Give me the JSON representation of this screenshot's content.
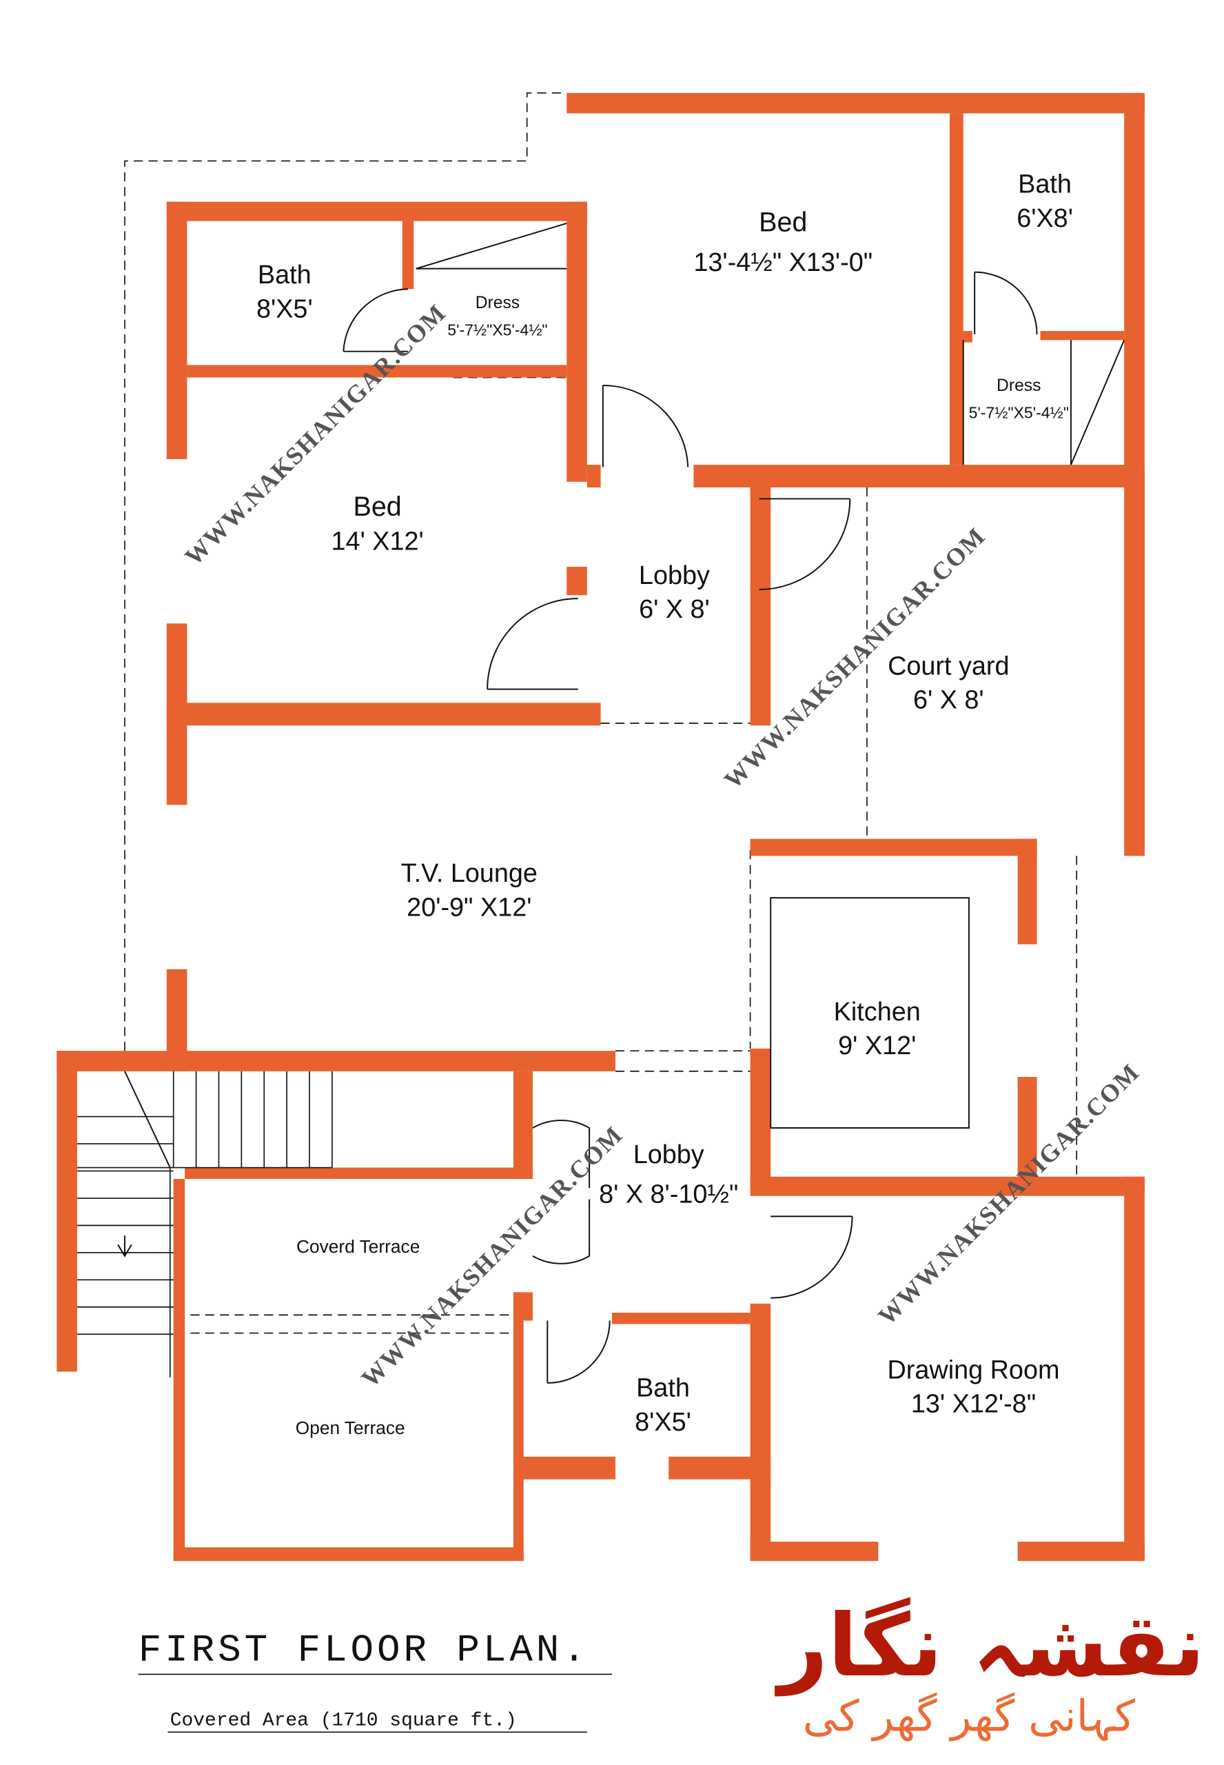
{
  "colors": {
    "wall": "#E8622F",
    "line": "#111111",
    "watermark": "#555555",
    "logo_primary": "#B31A08",
    "logo_secondary": "#EE6A35"
  },
  "rooms": {
    "bath_top_left": {
      "name": "Bath",
      "size": "8'X5'"
    },
    "dress_left": {
      "name": "Dress",
      "size": "5'-7½\"X5'-4½\""
    },
    "bed_master": {
      "name": "Bed",
      "size": "13'-4½\" X13'-0\""
    },
    "bath_top_right": {
      "name": "Bath",
      "size": "6'X8'"
    },
    "dress_right": {
      "name": "Dress",
      "size": "5'-7½\"X5'-4½\""
    },
    "bed_left": {
      "name": "Bed",
      "size": "14' X12'"
    },
    "lobby_upper": {
      "name": "Lobby",
      "size": "6' X 8'"
    },
    "court_yard": {
      "name": "Court yard",
      "size": "6' X 8'"
    },
    "tv_lounge": {
      "name": "T.V. Lounge",
      "size": "20'-9\" X12'"
    },
    "kitchen": {
      "name": "Kitchen",
      "size": "9' X12'"
    },
    "lobby_lower": {
      "name": "Lobby",
      "size": "8' X 8'-10½\""
    },
    "covered_terrace": {
      "name": "Coverd Terrace"
    },
    "open_terrace": {
      "name": "Open Terrace"
    },
    "bath_lower": {
      "name": "Bath",
      "size": "8'X5'"
    },
    "drawing_room": {
      "name": "Drawing Room",
      "size": "13' X12'-8\""
    }
  },
  "watermark": "WWW.NAKSHANIGAR.COM",
  "title": "FIRST FLOOR PLAN.",
  "covered_area": "Covered Area (1710 square ft.)",
  "logo": {
    "primary": "نقشہ نگار",
    "secondary": "کہانی گھر گھر کی"
  }
}
